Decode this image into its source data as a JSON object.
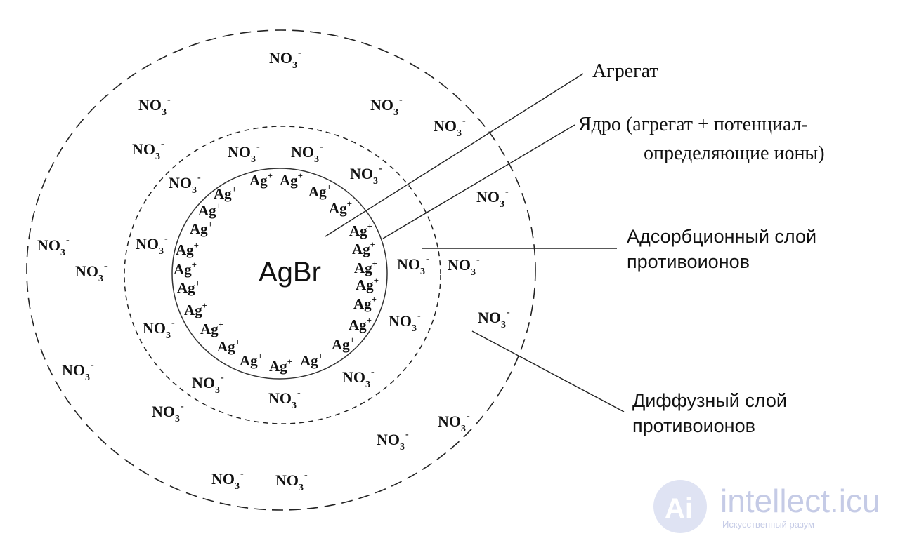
{
  "core": {
    "formula": "AgBr"
  },
  "ions": {
    "counter_ion": {
      "base": "NO",
      "subscript": "3",
      "charge": "-"
    },
    "potential_ion": {
      "base": "Ag",
      "charge": "+"
    }
  },
  "labels": {
    "aggregate": "Агрегат",
    "nucleus_line1": "Ядро (агрегат + потенциал-",
    "nucleus_line2": "определяющие ионы)",
    "adsorption_line1": "Адсорбционный слой",
    "adsorption_line2": "противоионов",
    "diffuse_line1": "Диффузный слой",
    "diffuse_line2": "противоионов"
  },
  "watermark": {
    "brand": "intellect.icu",
    "tagline": "Искусственный разум",
    "logo_letters": "Ai"
  }
}
